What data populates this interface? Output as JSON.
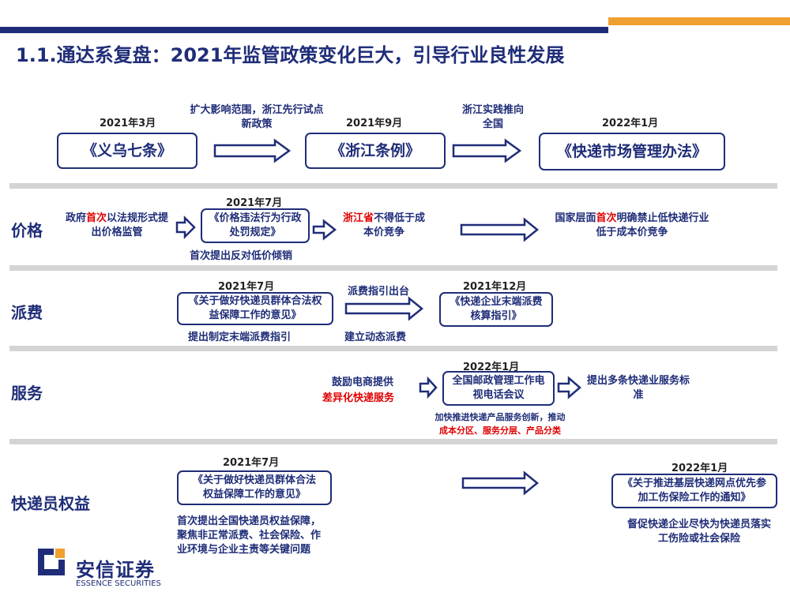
{
  "title": "1.1.通达系复盘：2021年监管政策变化巨大，引导行业良性发展",
  "timeline": {
    "d1": "2021年3月",
    "box1": "《义乌七条》",
    "arrow1_note": "扩大影响范围，浙江先行试点新政策",
    "d2": "2021年9月",
    "box2": "《浙江条例》",
    "arrow2_note": "浙江实践推向全国",
    "d3": "2022年1月",
    "box3": "《快递市场管理办法》"
  },
  "rows": {
    "price": {
      "label": "价格",
      "t1a": "政府",
      "t1b": "首次",
      "t1c": "以法规形式提出价格监管",
      "date": "2021年7月",
      "box": "《价格违法行为行政处罚规定》",
      "below": "首次提出反对低价倾销",
      "mid_red": "浙江省",
      "mid_rest": "不得低于成本价竞争",
      "r_a": "国家层面",
      "r_b": "首次",
      "r_c": "明确禁止低快递行业低于成本价竞争"
    },
    "fee": {
      "label": "派费",
      "date1": "2021年7月",
      "box1": "《关于做好快递员群体合法权益保障工作的意见》",
      "below1": "提出制定末端派费指引",
      "arrow_top": "派费指引出台",
      "arrow_bottom": "建立动态派费",
      "date2": "2021年12月",
      "box2": "《快递企业末端派费核算指引》"
    },
    "service": {
      "label": "服务",
      "t1": "鼓励电商提供",
      "t1_red": "差异化快递服务",
      "date": "2022年1月",
      "box": "全国邮政管理工作电视电话会议",
      "below1": "加快推进快递产品服务创新，推动",
      "below2": "成本分区、服务分层、产品分类",
      "right": "提出多条快递业服务标准"
    },
    "courier": {
      "label": "快递员权益",
      "date1": "2021年7月",
      "box1": "《关于做好快递员群体合法权益保障工作的意见》",
      "below1": "首次提出全国快递员权益保障，聚焦非正常派费、社会保险、作业环境与企业主责等关键问题",
      "date2": "2022年1月",
      "box2": "《关于推进基层快递网点优先参加工伤保险工作的通知》",
      "below2": "督促快递企业尽快为快递员落实工伤险或社会保险"
    }
  },
  "logo": {
    "name": "安信证券",
    "en": "ESSENCE SECURITIES"
  },
  "colors": {
    "navy": "#1f2d78",
    "orange": "#f0a030",
    "red": "#e00000",
    "separator": "#d4d4d4"
  }
}
